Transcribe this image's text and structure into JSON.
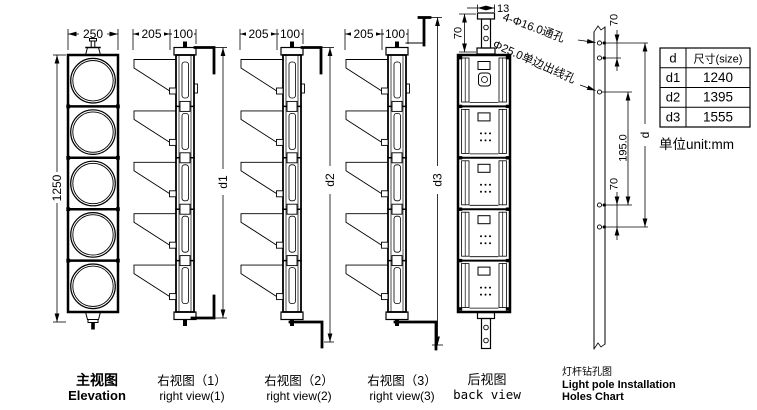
{
  "drawing": {
    "elevation": {
      "label_cn": "主视图",
      "label_en": "Elevation",
      "dim_width": "250",
      "dim_height": "1250"
    },
    "right_view_1": {
      "label_cn": "右视图（1）",
      "label_en": "right view(1)",
      "dim_visor": "205",
      "dim_body": "100",
      "dim_span": "d1"
    },
    "right_view_2": {
      "label_cn": "右视图（2）",
      "label_en": "right view(2)",
      "dim_visor": "205",
      "dim_body": "100",
      "dim_span": "d2"
    },
    "right_view_3": {
      "label_cn": "右视图（3）",
      "label_en": "right view(3)",
      "dim_visor": "205",
      "dim_body": "100",
      "dim_span": "d3"
    },
    "back_view": {
      "label_cn": "后视图",
      "label_en": "back view",
      "dim_pin_width": "13",
      "dim_pin_height": "70"
    },
    "pole": {
      "label_cn": "灯杆钻孔图",
      "label_en_line1": "Light pole Installation",
      "label_en_line2": "Holes Chart",
      "note_through_holes": "4-Φ16.0通孔",
      "note_wire_hole": "Φ25.0单边出线孔",
      "dim_top": "70",
      "dim_middle": "195.0",
      "dim_bottom": "70",
      "dim_overall": "d"
    }
  },
  "table": {
    "headers": [
      "d",
      "尺寸(size)"
    ],
    "rows": [
      [
        "d1",
        "1240"
      ],
      [
        "d2",
        "1395"
      ],
      [
        "d3",
        "1555"
      ]
    ],
    "unit_note": "单位unit:mm"
  },
  "colors": {
    "line": "#000000",
    "background": "#ffffff"
  }
}
